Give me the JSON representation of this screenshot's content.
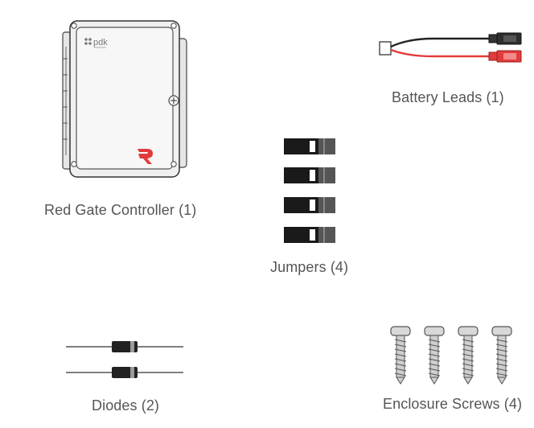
{
  "parts": {
    "controller": {
      "caption": "Red Gate Controller (1)",
      "logo_text": "pdk",
      "brand_mark": "R",
      "accent_color": "#e23b3b",
      "icon": "controller-enclosure-icon"
    },
    "battery_leads": {
      "caption": "Battery Leads (1)",
      "wire_colors": [
        "#222222",
        "#e23b3b"
      ],
      "icon": "battery-leads-icon"
    },
    "jumpers": {
      "caption": "Jumpers (4)",
      "count": 4,
      "icon": "jumper-icon"
    },
    "diodes": {
      "caption": "Diodes (2)",
      "count": 2,
      "icon": "diode-icon"
    },
    "screws": {
      "caption": "Enclosure Screws (4)",
      "count": 4,
      "icon": "screw-icon"
    }
  }
}
